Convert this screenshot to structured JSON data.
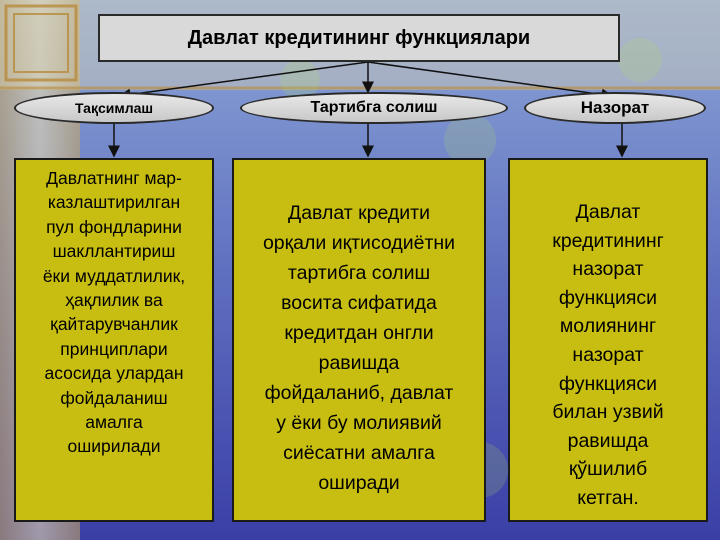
{
  "title": "Давлат кредитининг функциялари",
  "functions": [
    {
      "label": "Тақсимлаш",
      "description": [
        "Давлатнинг мар-",
        "казлаштирилган",
        "пул фондларини",
        "шакллантириш",
        "ёки муддатлилик,",
        "ҳақлилик ва",
        "қайтарувчанлик",
        "принциплари",
        "асосида улардан",
        "фойдаланиш",
        "амалга",
        "оширилади"
      ]
    },
    {
      "label": "Тартибга солиш",
      "description": [
        "Давлат кредити",
        "орқали иқтисодиётни",
        "тартибга солиш",
        "восита сифатида",
        "кредитдан онгли",
        "равишда",
        "фойдаланиб, давлат",
        "у ёки бу молиявий",
        "сиёсатни амалга",
        "оширади"
      ]
    },
    {
      "label": "Назорат",
      "description": [
        "Давлат",
        "кредитининг",
        "назорат",
        "функцияси",
        "молиянинг",
        "назорат",
        "функцияси",
        "билан узвий",
        "равишда",
        "қўшилиб",
        "кетган."
      ]
    }
  ],
  "colors": {
    "box_fill": "#c8be12",
    "title_fill": "#d9d9d9",
    "background_top": "#8ea8d8",
    "background_bottom": "#3a3fa6",
    "frame": "#d6c080"
  }
}
